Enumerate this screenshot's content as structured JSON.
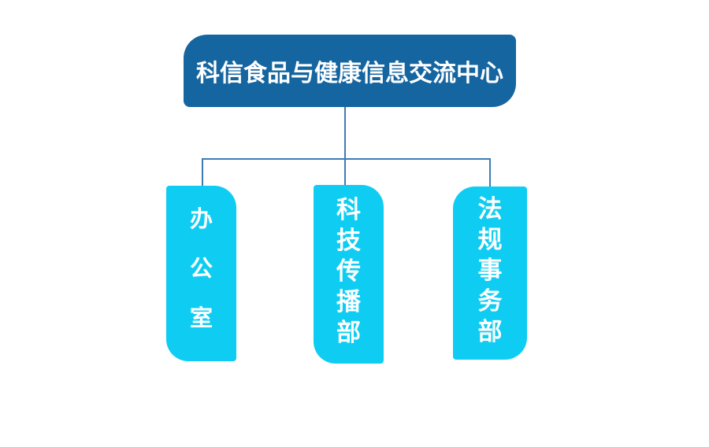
{
  "org_chart": {
    "root": {
      "label": "科信食品与健康信息交流中心"
    },
    "departments": [
      {
        "id": "office",
        "label": "办公室"
      },
      {
        "id": "tech-communication",
        "label": "科技传播部"
      },
      {
        "id": "regulatory-affairs",
        "label": "法规事务部"
      }
    ],
    "colors": {
      "root_bg": "#1565a0",
      "department_bg": "#0fcdf2",
      "connector": "#3c7cb5",
      "text": "#ffffff",
      "background": "#ffffff"
    }
  }
}
